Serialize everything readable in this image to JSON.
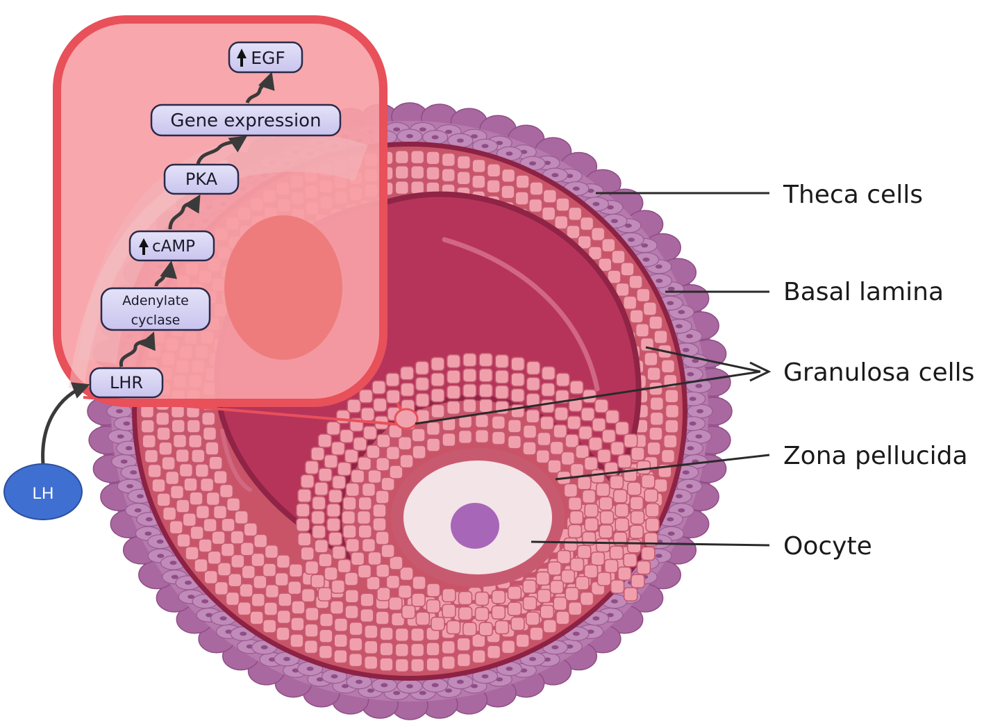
{
  "ligand": {
    "label": "LH"
  },
  "pathway": {
    "receptor": "LHR",
    "adenylate_cyclase": [
      "Adenylate",
      "cyclase"
    ],
    "camp": {
      "arrow": "🠕",
      "label": "cAMP"
    },
    "pka": "PKA",
    "gene_expression": "Gene expression",
    "egf": {
      "arrow": "🠕",
      "label": "EGF"
    }
  },
  "labels": {
    "theca": "Theca cells",
    "basal_lamina": "Basal lamina",
    "granulosa": "Granulosa cells",
    "zona": "Zona pellucida",
    "oocyte": "Oocyte"
  },
  "colors": {
    "theca": "#b877ae",
    "theca_dark": "#8f4d86",
    "basal_lamina": "#8f2446",
    "antrum": "#b8355a",
    "granulosa_cell": "#f0a0ac",
    "granulosa_border": "#c45a70",
    "zona": "#c95a72",
    "oocyte": "#f4e6ea",
    "nucleus": "#a866b8",
    "inset_fill": "#f6a3a8",
    "inset_border": "#e8505a",
    "pill_fill": "#dcd8f4",
    "ligand": "#3f6fd1"
  }
}
